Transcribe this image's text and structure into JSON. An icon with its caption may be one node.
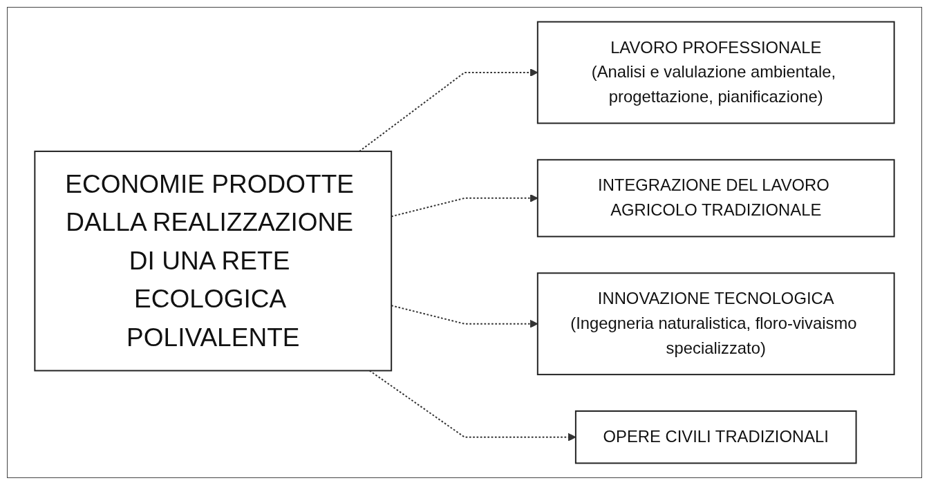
{
  "diagram": {
    "nodes": [
      {
        "text": [
          "ECONOMIE PRODOTTE DALLA REALIZZAZIONE DI UNA RETE ECOLOGICA POLIVALENTE"
        ]
      },
      {
        "text": [
          "LAVORO PROFESSIONALE",
          "(Analisi e valulazione ambientale, progettazione, pianificazione)"
        ]
      },
      {
        "text": [
          "INTEGRAZIONE DEL LAVORO AGRICOLO TRADIZIONALE"
        ]
      },
      {
        "text": [
          "INNOVAZIONE TECNOLOGICA",
          "(Ingegneria naturalistica, floro-vivaismo specializzato)"
        ]
      },
      {
        "text": [
          "OPERE CIVILI TRADIZIONALI"
        ]
      }
    ],
    "edges": [
      {
        "from": 0,
        "to": 1,
        "arrow": "to",
        "style": "dashed"
      },
      {
        "from": 0,
        "to": 2,
        "arrow": "to",
        "style": "dashed"
      },
      {
        "from": 0,
        "to": 3,
        "arrow": "to",
        "style": "dashed"
      },
      {
        "from": 0,
        "to": 4,
        "arrow": "to",
        "style": "dashed"
      }
    ]
  }
}
